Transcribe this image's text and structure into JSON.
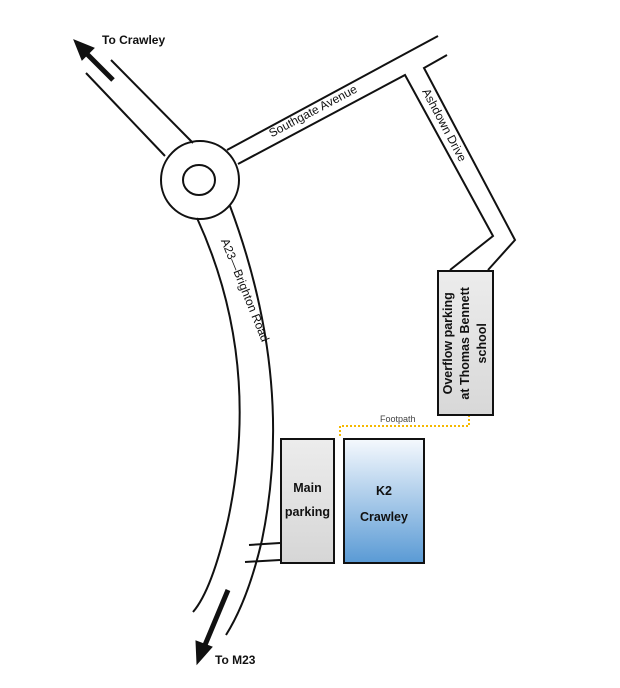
{
  "labels": {
    "to_crawley": "To Crawley",
    "to_m23": "To M23",
    "southgate_avenue": "Southgate Avenue",
    "ashdown_drive": "Ashdown Drive",
    "a23": "A23—Brighton Road",
    "footpath": "Footpath"
  },
  "places": {
    "overflow_line1": "Overflow parking",
    "overflow_line2": "at Thomas Bennett",
    "overflow_line3": "school",
    "main_line1": "Main",
    "main_line2": "parking",
    "k2_line1": "K2",
    "k2_line2": "Crawley"
  },
  "colors": {
    "footpath": "#f5b800",
    "k2_top": "#f4f8fd",
    "k2_bottom": "#5b9bd5",
    "parking": "#dcdcdc"
  }
}
